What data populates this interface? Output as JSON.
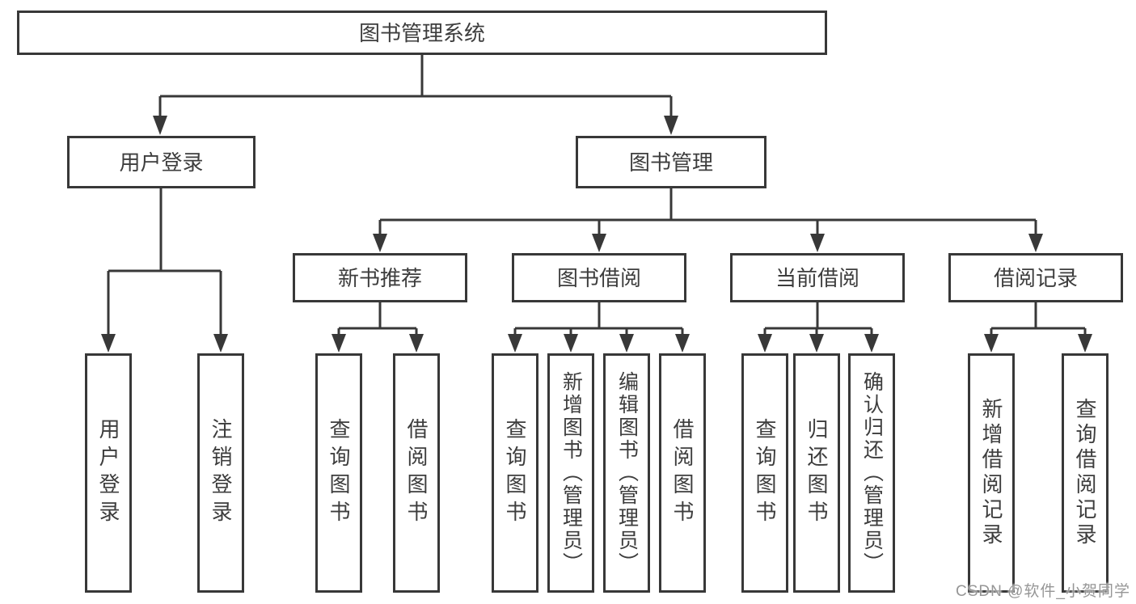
{
  "diagram": {
    "root": {
      "label": "图书管理系统"
    },
    "level2": [
      {
        "label": "用户登录"
      },
      {
        "label": "图书管理"
      }
    ],
    "level3": [
      {
        "label": "新书推荐",
        "parent": "图书管理"
      },
      {
        "label": "图书借阅",
        "parent": "图书管理"
      },
      {
        "label": "当前借阅",
        "parent": "图书管理"
      },
      {
        "label": "借阅记录",
        "parent": "图书管理"
      }
    ],
    "leaves": [
      {
        "label": "用户登录",
        "parent": "用户登录"
      },
      {
        "label": "注销登录",
        "parent": "用户登录"
      },
      {
        "label": "查询图书",
        "parent": "新书推荐"
      },
      {
        "label": "借阅图书",
        "parent": "新书推荐"
      },
      {
        "label": "查询图书",
        "parent": "图书借阅"
      },
      {
        "label": "新增图书（管理员）",
        "parent": "图书借阅"
      },
      {
        "label": "编辑图书（管理员）",
        "parent": "图书借阅"
      },
      {
        "label": "借阅图书",
        "parent": "图书借阅"
      },
      {
        "label": "查询图书",
        "parent": "当前借阅"
      },
      {
        "label": "归还图书",
        "parent": "当前借阅"
      },
      {
        "label": "确认归还（管理员）",
        "parent": "当前借阅"
      },
      {
        "label": "新增借阅记录",
        "parent": "借阅记录"
      },
      {
        "label": "查询借阅记录",
        "parent": "借阅记录"
      }
    ],
    "watermark": "CSDN @软件_小贺同学",
    "colors": {
      "line": "#383838",
      "text": "#3d3d3d",
      "box_fill": "#ffffff",
      "watermark": "#969696",
      "background": "#ffffff"
    }
  }
}
